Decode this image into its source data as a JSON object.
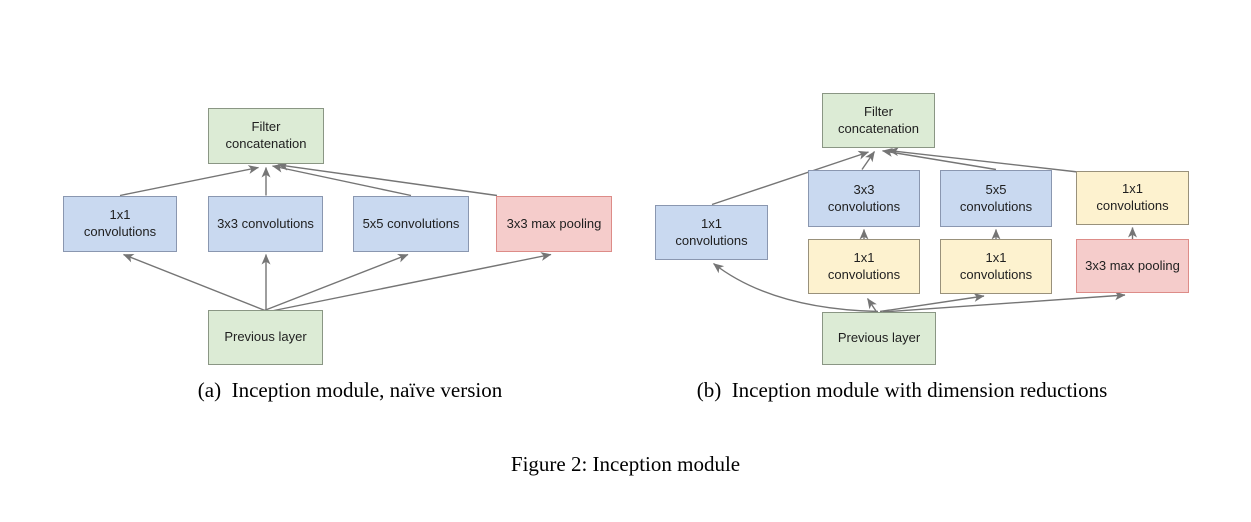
{
  "figure_caption": "Figure 2: Inception module",
  "diagram_a": {
    "caption": "(a)  Inception module, naïve version",
    "nodes": {
      "filter_concat": "Filter concatenation",
      "conv_1x1": "1x1 convolutions",
      "conv_3x3": "3x3 convolutions",
      "conv_5x5": "5x5 convolutions",
      "max_pool": "3x3 max pooling",
      "previous_layer": "Previous layer"
    },
    "edges": [
      [
        "previous_layer",
        "conv_1x1"
      ],
      [
        "previous_layer",
        "conv_3x3"
      ],
      [
        "previous_layer",
        "conv_5x5"
      ],
      [
        "previous_layer",
        "max_pool"
      ],
      [
        "conv_1x1",
        "filter_concat"
      ],
      [
        "conv_3x3",
        "filter_concat"
      ],
      [
        "conv_5x5",
        "filter_concat"
      ],
      [
        "max_pool",
        "filter_concat"
      ]
    ]
  },
  "diagram_b": {
    "caption": "(b)  Inception module with dimension reductions",
    "nodes": {
      "filter_concat": "Filter concatenation",
      "conv_1x1_branch": "1x1 convolutions",
      "conv_3x3": "3x3 convolutions",
      "conv_5x5": "5x5 convolutions",
      "conv_1x1_after_pool": "1x1 convolutions",
      "conv_1x1_reduce_3x3": "1x1 convolutions",
      "conv_1x1_reduce_5x5": "1x1 convolutions",
      "max_pool": "3x3 max pooling",
      "previous_layer": "Previous layer"
    },
    "edges": [
      [
        "previous_layer",
        "conv_1x1_branch"
      ],
      [
        "previous_layer",
        "conv_1x1_reduce_3x3"
      ],
      [
        "previous_layer",
        "conv_1x1_reduce_5x5"
      ],
      [
        "previous_layer",
        "max_pool"
      ],
      [
        "conv_1x1_reduce_3x3",
        "conv_3x3"
      ],
      [
        "conv_1x1_reduce_5x5",
        "conv_5x5"
      ],
      [
        "max_pool",
        "conv_1x1_after_pool"
      ],
      [
        "conv_1x1_branch",
        "filter_concat"
      ],
      [
        "conv_3x3",
        "filter_concat"
      ],
      [
        "conv_5x5",
        "filter_concat"
      ],
      [
        "conv_1x1_after_pool",
        "filter_concat"
      ]
    ]
  },
  "colors": {
    "green_fill": "#dcebd5",
    "green_border": "#8a9684",
    "blue_fill": "#c9d9f0",
    "blue_border": "#8a97b0",
    "yellow_fill": "#fdf2cf",
    "yellow_border": "#99917b",
    "red_fill": "#f5cccb",
    "red_border": "#dd8c88",
    "arrow_color": "#757575",
    "label_color": "#1f1f1f",
    "caption_color": "#000000"
  }
}
